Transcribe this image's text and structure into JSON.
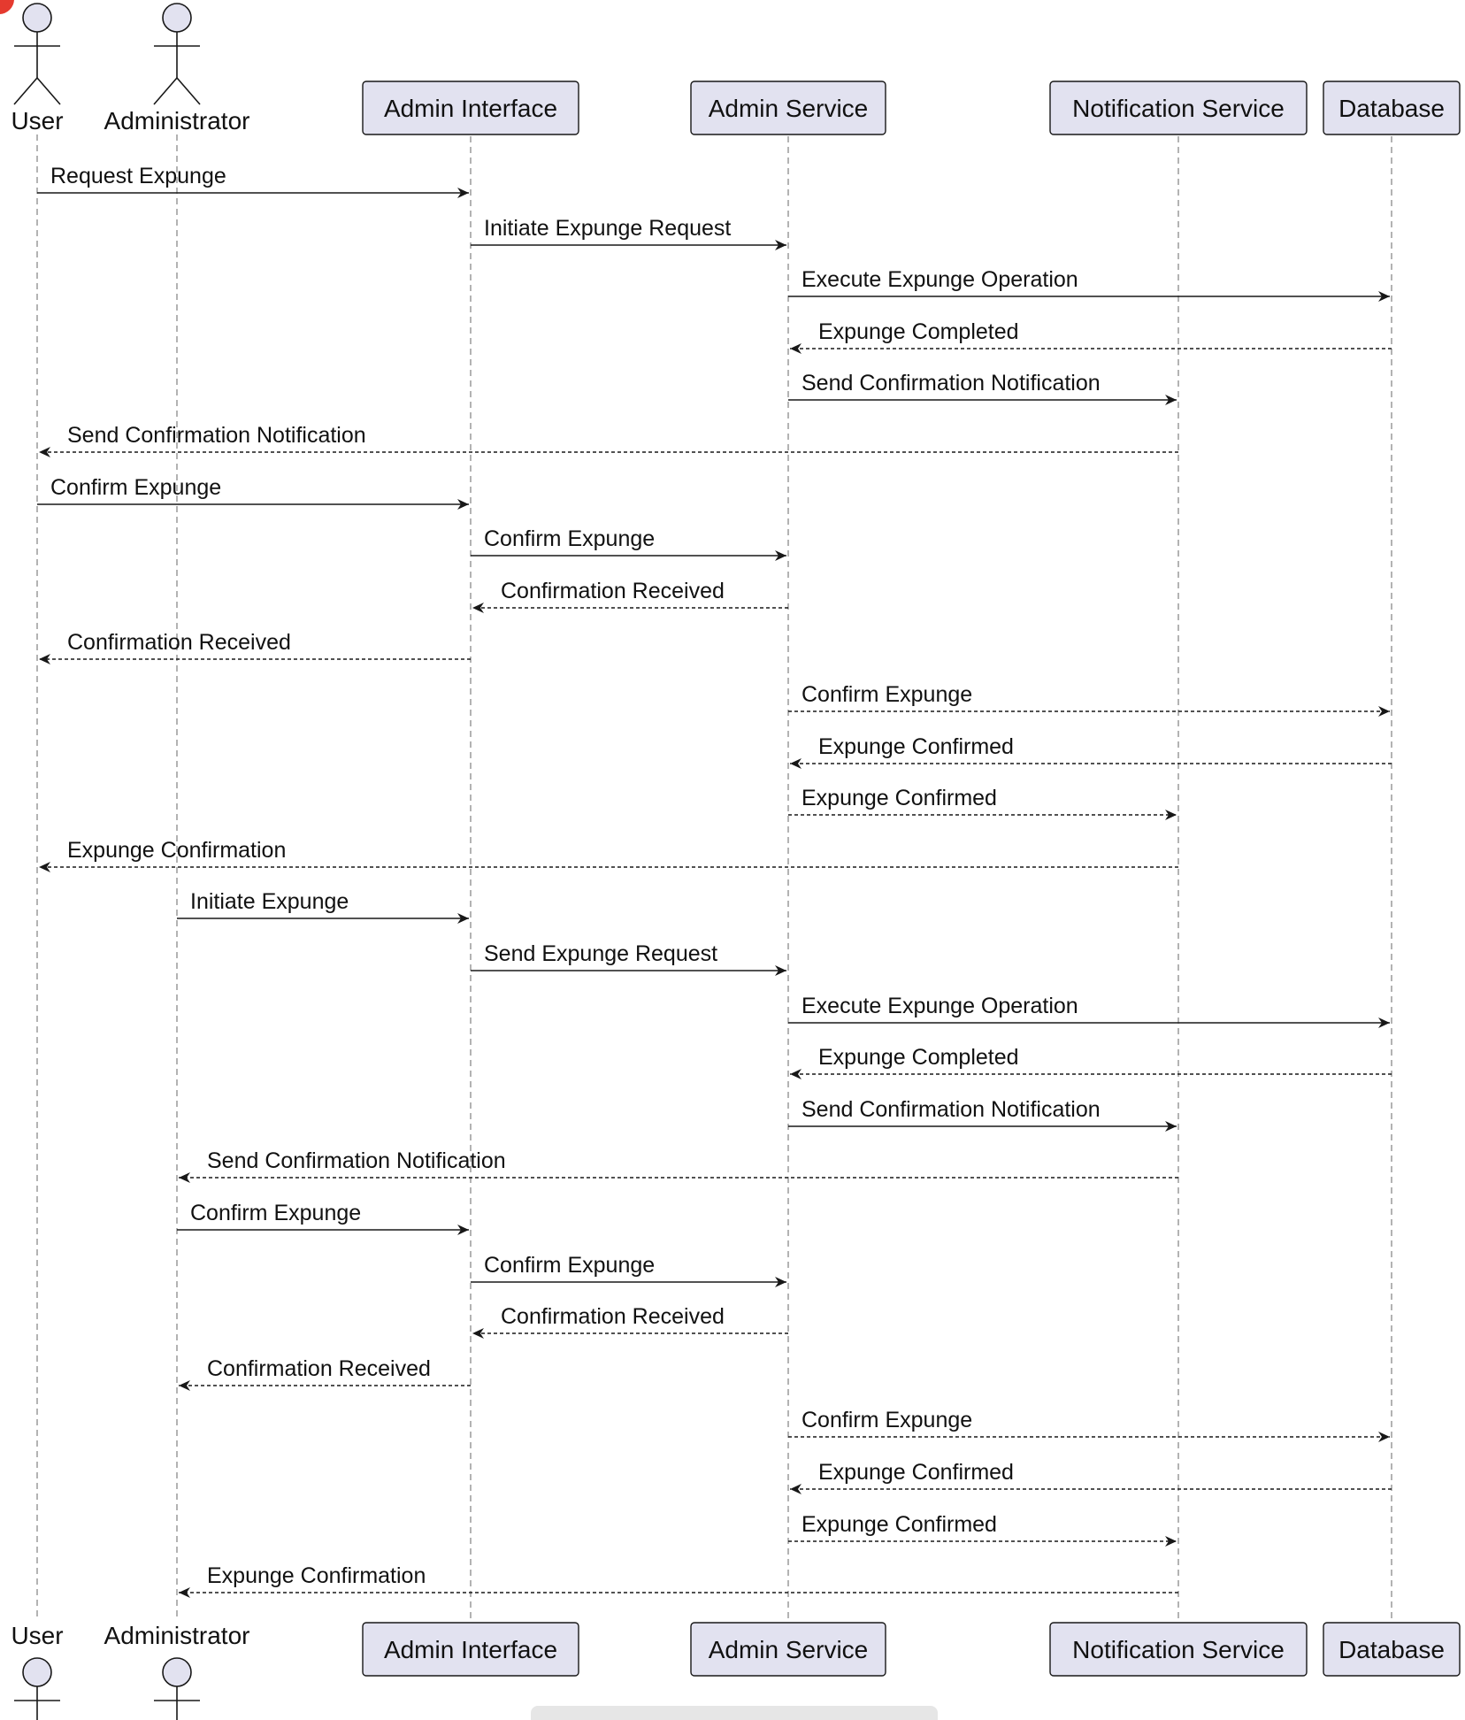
{
  "participants": [
    {
      "id": "user",
      "label": "User",
      "kind": "actor"
    },
    {
      "id": "admin",
      "label": "Administrator",
      "kind": "actor"
    },
    {
      "id": "ui",
      "label": "Admin Interface",
      "kind": "box"
    },
    {
      "id": "svc",
      "label": "Admin Service",
      "kind": "box"
    },
    {
      "id": "notif",
      "label": "Notification Service",
      "kind": "box"
    },
    {
      "id": "db",
      "label": "Database",
      "kind": "box"
    }
  ],
  "messages": [
    {
      "from": "user",
      "to": "ui",
      "label": "Request Expunge",
      "style": "solid"
    },
    {
      "from": "ui",
      "to": "svc",
      "label": "Initiate Expunge Request",
      "style": "solid"
    },
    {
      "from": "svc",
      "to": "db",
      "label": "Execute Expunge Operation",
      "style": "solid"
    },
    {
      "from": "db",
      "to": "svc",
      "label": "Expunge Completed",
      "style": "dashed"
    },
    {
      "from": "svc",
      "to": "notif",
      "label": "Send Confirmation Notification",
      "style": "solid"
    },
    {
      "from": "notif",
      "to": "user",
      "label": "Send Confirmation Notification",
      "style": "dashed"
    },
    {
      "from": "user",
      "to": "ui",
      "label": "Confirm Expunge",
      "style": "solid"
    },
    {
      "from": "ui",
      "to": "svc",
      "label": "Confirm Expunge",
      "style": "solid"
    },
    {
      "from": "svc",
      "to": "ui",
      "label": "Confirmation Received",
      "style": "dashed"
    },
    {
      "from": "ui",
      "to": "user",
      "label": "Confirmation Received",
      "style": "dashed"
    },
    {
      "from": "svc",
      "to": "db",
      "label": "Confirm Expunge",
      "style": "dashed"
    },
    {
      "from": "db",
      "to": "svc",
      "label": "Expunge Confirmed",
      "style": "dashed"
    },
    {
      "from": "svc",
      "to": "notif",
      "label": "Expunge Confirmed",
      "style": "dashed"
    },
    {
      "from": "notif",
      "to": "user",
      "label": "Expunge Confirmation",
      "style": "dashed"
    },
    {
      "from": "admin",
      "to": "ui",
      "label": "Initiate Expunge",
      "style": "solid"
    },
    {
      "from": "ui",
      "to": "svc",
      "label": "Send Expunge Request",
      "style": "solid"
    },
    {
      "from": "svc",
      "to": "db",
      "label": "Execute Expunge Operation",
      "style": "solid"
    },
    {
      "from": "db",
      "to": "svc",
      "label": "Expunge Completed",
      "style": "dashed"
    },
    {
      "from": "svc",
      "to": "notif",
      "label": "Send Confirmation Notification",
      "style": "solid"
    },
    {
      "from": "notif",
      "to": "admin",
      "label": "Send Confirmation Notification",
      "style": "dashed"
    },
    {
      "from": "admin",
      "to": "ui",
      "label": "Confirm Expunge",
      "style": "solid"
    },
    {
      "from": "ui",
      "to": "svc",
      "label": "Confirm Expunge",
      "style": "solid"
    },
    {
      "from": "svc",
      "to": "ui",
      "label": "Confirmation Received",
      "style": "dashed"
    },
    {
      "from": "ui",
      "to": "admin",
      "label": "Confirmation Received",
      "style": "dashed"
    },
    {
      "from": "svc",
      "to": "db",
      "label": "Confirm Expunge",
      "style": "dashed"
    },
    {
      "from": "db",
      "to": "svc",
      "label": "Expunge Confirmed",
      "style": "dashed"
    },
    {
      "from": "svc",
      "to": "notif",
      "label": "Expunge Confirmed",
      "style": "dashed"
    },
    {
      "from": "notif",
      "to": "admin",
      "label": "Expunge Confirmation",
      "style": "dashed"
    }
  ],
  "colors": {
    "participant_fill": "#e2e2f0",
    "participant_border": "#181818",
    "lifeline": "#9a9a9a",
    "arrow": "#181818",
    "badge": "#e53a2f"
  }
}
